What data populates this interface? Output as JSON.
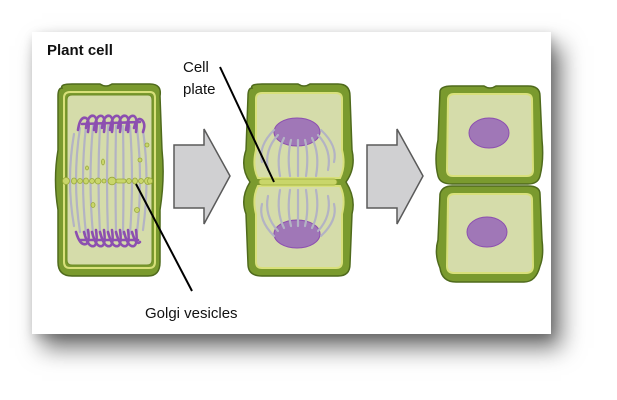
{
  "diagram": {
    "title": "Plant cell",
    "labels": {
      "cell_plate_line1": "Cell",
      "cell_plate_line2": "plate",
      "golgi_vesicles": "Golgi vesicles"
    },
    "stages": [
      {
        "name": "telophase-golgi-vesicles",
        "description": "Chromosomes at poles, Golgi vesicles aligning at the equator"
      },
      {
        "name": "cell-plate-forming",
        "description": "Nuclei reforming, cell plate forming between daughter nuclei"
      },
      {
        "name": "two-daughter-cells",
        "description": "Two separated daughter cells each with a nucleus"
      }
    ],
    "colors": {
      "cell_wall": "#7a9a2e",
      "cell_wall_dark": "#4f6a1c",
      "membrane": "#d8e07a",
      "cytoplasm": "#d5dcaa",
      "chromosome": "#8c4fb0",
      "nucleus": "#a077b7",
      "spindle": "#b3b3c4",
      "vesicle": "#c9d66a",
      "arrow_fill": "#d0d0d2",
      "arrow_stroke": "#5a5a5a",
      "leader_line": "#000000"
    }
  }
}
